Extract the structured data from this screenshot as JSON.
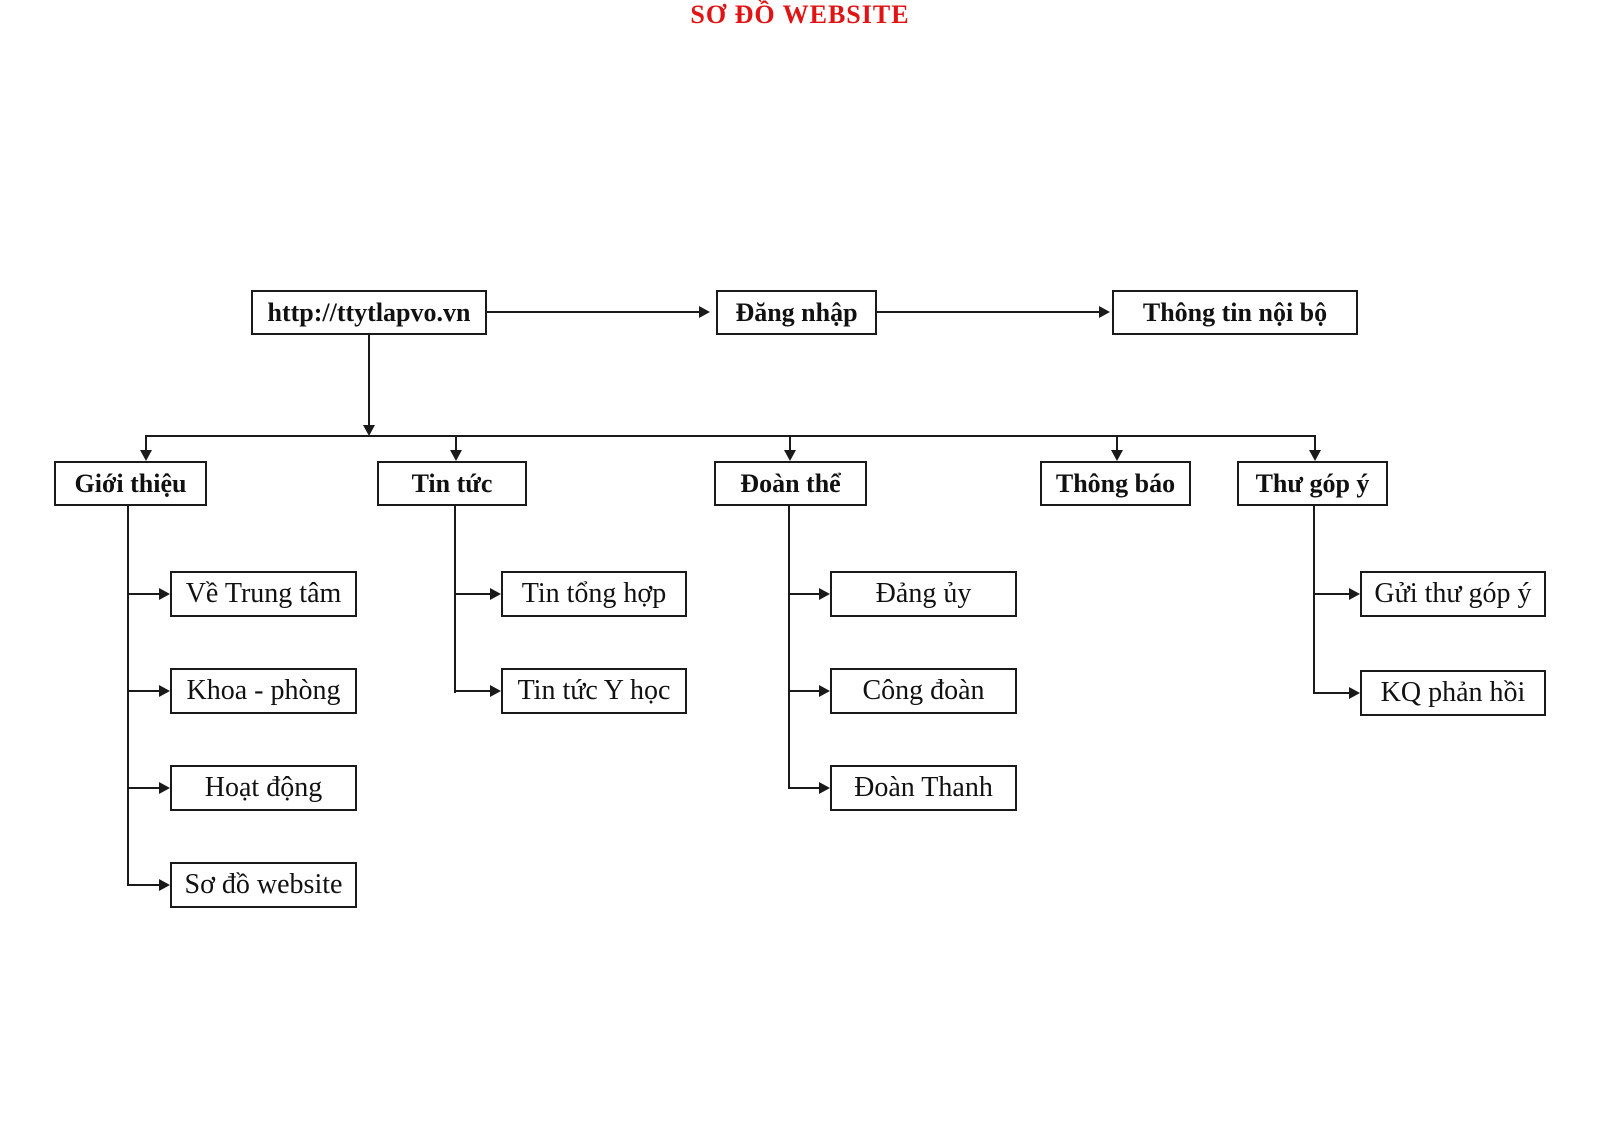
{
  "title": "SƠ ĐỒ WEBSITE",
  "colors": {
    "title_red": "#e01414",
    "line_black": "#1a1a1a",
    "background": "#ffffff"
  },
  "sitemap": {
    "root": {
      "label": "http://ttytlapvo.vn"
    },
    "top_links": [
      {
        "label": "Đăng nhập"
      },
      {
        "label": "Thông tin nội bộ"
      }
    ],
    "sections": [
      {
        "label": "Giới thiệu",
        "children": [
          "Về Trung tâm",
          "Khoa - phòng",
          "Hoạt động",
          "Sơ đồ website"
        ]
      },
      {
        "label": "Tin tức",
        "children": [
          "Tin tổng hợp",
          "Tin tức Y học"
        ]
      },
      {
        "label": "Đoàn thể",
        "children": [
          "Đảng ủy",
          "Công đoàn",
          "Đoàn Thanh"
        ]
      },
      {
        "label": "Thông báo",
        "children": []
      },
      {
        "label": "Thư góp ý",
        "children": [
          "Gửi thư góp ý",
          "KQ phản hồi"
        ]
      }
    ]
  }
}
